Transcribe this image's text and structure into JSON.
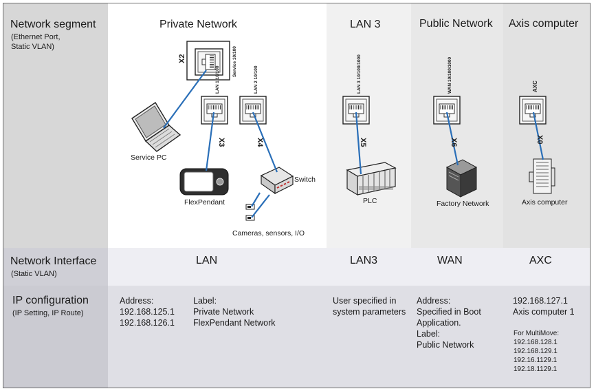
{
  "segment_header": {
    "title": "Network segment",
    "subtitle": "(Ethernet Port,\nStatic VLAN)"
  },
  "interface_header": {
    "title": "Network Interface",
    "subtitle": "(Static VLAN)"
  },
  "ip_header": {
    "title": "IP configuration",
    "subtitle": "(IP Setting, IP Route)"
  },
  "columns": [
    {
      "segment": "Private Network",
      "interface": "LAN",
      "ip_address": "Address:\n192.168.125.1\n192.168.126.1",
      "ip_label": "Label:\nPrivate Network\nFlexPendant Network",
      "ports": [
        {
          "name": "X2",
          "caption": "Service 10/100"
        },
        {
          "name": "X3",
          "caption": "LAN 1 10/100"
        },
        {
          "name": "X4",
          "caption": "LAN 2 10/100"
        }
      ],
      "devices": [
        "Service PC",
        "FlexPendant",
        "Switch",
        "Cameras, sensors, I/O"
      ]
    },
    {
      "segment": "LAN 3",
      "interface": "LAN3",
      "ip_text": "User specified in\nsystem parameters",
      "ports": [
        {
          "name": "X5",
          "caption": "LAN 3 10/100/1000"
        }
      ],
      "devices": [
        "PLC"
      ]
    },
    {
      "segment": "Public Network",
      "interface": "WAN",
      "ip_text": "Address:\nSpecified in Boot\nApplication.\nLabel:\nPublic Network",
      "ports": [
        {
          "name": "X6",
          "caption": "WAN 10/100/1000"
        }
      ],
      "devices": [
        "Factory Network"
      ]
    },
    {
      "segment": "Axis computer",
      "interface": "AXC",
      "ip_text": "192.168.127.1\nAxis computer 1",
      "ip_multimove": "For MultiMove:\n192.168.128.1\n192.168.129.1\n192.16.1129.1\n192.18.1129.1",
      "ports": [
        {
          "name": "X0",
          "caption": "AXC"
        }
      ],
      "devices": [
        "Axis computer"
      ]
    }
  ],
  "colors": {
    "header_column": "#d7d7d7",
    "top_row_private": "#ffffff",
    "top_row_lan3": "#f1f1f1",
    "top_row_public": "#e8e8e8",
    "top_row_axis": "#e2e2e2",
    "interface_row": "#eeeef3",
    "ip_row": "#dfdfe5",
    "cable": "#2a6fb8"
  }
}
